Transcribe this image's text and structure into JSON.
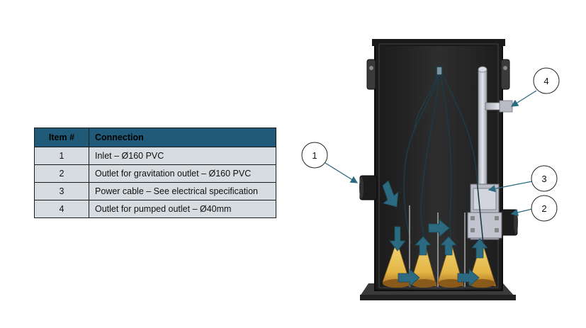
{
  "table": {
    "headers": [
      "Item #",
      "Connection"
    ],
    "rows": [
      {
        "item": "1",
        "connection": "Inlet – Ø160 PVC"
      },
      {
        "item": "2",
        "connection": "Outlet for gravitation outlet – Ø160 PVC"
      },
      {
        "item": "3",
        "connection": "Power cable – See electrical specification"
      },
      {
        "item": "4",
        "connection": "Outlet for pumped outlet – Ø40mm"
      }
    ]
  },
  "callouts": [
    "1",
    "2",
    "3",
    "4"
  ],
  "colors": {
    "header_bg": "#215a78",
    "cell_bg": "#d7dce0",
    "tank_body": "#262626",
    "arrow": "#2b6a80",
    "filter_bag": "#e8c55a"
  }
}
